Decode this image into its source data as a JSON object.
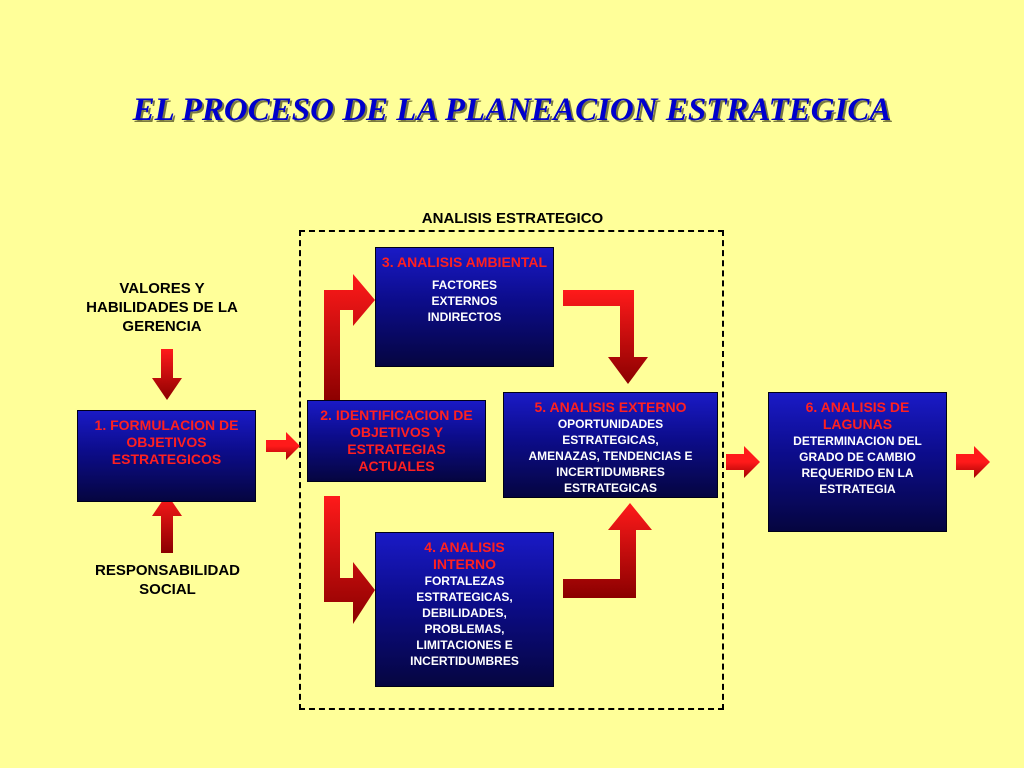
{
  "title": "EL PROCESO DE LA PLANEACION ESTRATEGICA",
  "analisis_estrategico_label": "ANALISIS ESTRATEGICO",
  "inputs": {
    "valores": "VALORES Y HABILIDADES DE LA GERENCIA",
    "responsabilidad": "RESPONSABILIDAD SOCIAL"
  },
  "boxes": {
    "b1": {
      "head": "1. FORMULACION DE OBJETIVOS ESTRATEGICOS",
      "sub": ""
    },
    "b2": {
      "head": "2. IDENTIFICACION DE OBJETIVOS Y ESTRATEGIAS ACTUALES",
      "sub": ""
    },
    "b3": {
      "head": "3. ANALISIS AMBIENTAL",
      "sub": "FACTORES EXTERNOS INDIRECTOS"
    },
    "b4": {
      "head": "4. ANALISIS INTERNO",
      "sub": "FORTALEZAS ESTRATEGICAS, DEBILIDADES, PROBLEMAS, LIMITACIONES E INCERTIDUMBRES"
    },
    "b5": {
      "head": "5. ANALISIS EXTERNO",
      "sub": "OPORTUNIDADES ESTRATEGICAS, AMENAZAS, TENDENCIAS E INCERTIDUMBRES ESTRATEGICAS"
    },
    "b6": {
      "head": "6. ANALISIS DE LAGUNAS",
      "sub": "DETERMINACION DEL GRADO DE CAMBIO REQUERIDO EN LA ESTRATEGIA"
    }
  },
  "colors": {
    "background": "#ffff99",
    "title": "#0000cc",
    "box_top": "#1a1ac6",
    "box_bottom": "#050540",
    "box_heading": "#ff2020",
    "arrow_light": "#ff1a1a",
    "arrow_dark": "#8b0000"
  }
}
